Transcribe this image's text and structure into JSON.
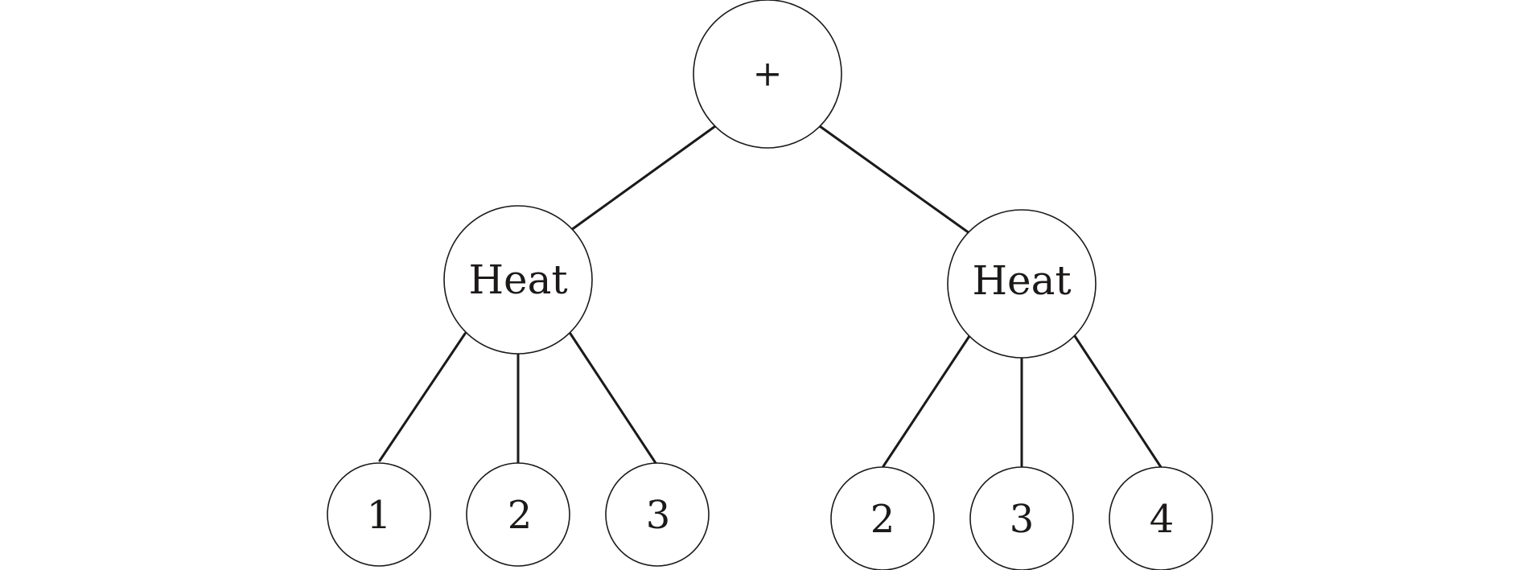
{
  "root": {
    "label": "+",
    "children": [
      {
        "label": "Heat",
        "children": [
          {
            "label": "1"
          },
          {
            "label": "2"
          },
          {
            "label": "3"
          }
        ]
      },
      {
        "label": "Heat",
        "children": [
          {
            "label": "2"
          },
          {
            "label": "3"
          },
          {
            "label": "4"
          }
        ]
      }
    ]
  },
  "colors": {
    "stroke": "#1c1a19",
    "background": "#ffffff"
  }
}
